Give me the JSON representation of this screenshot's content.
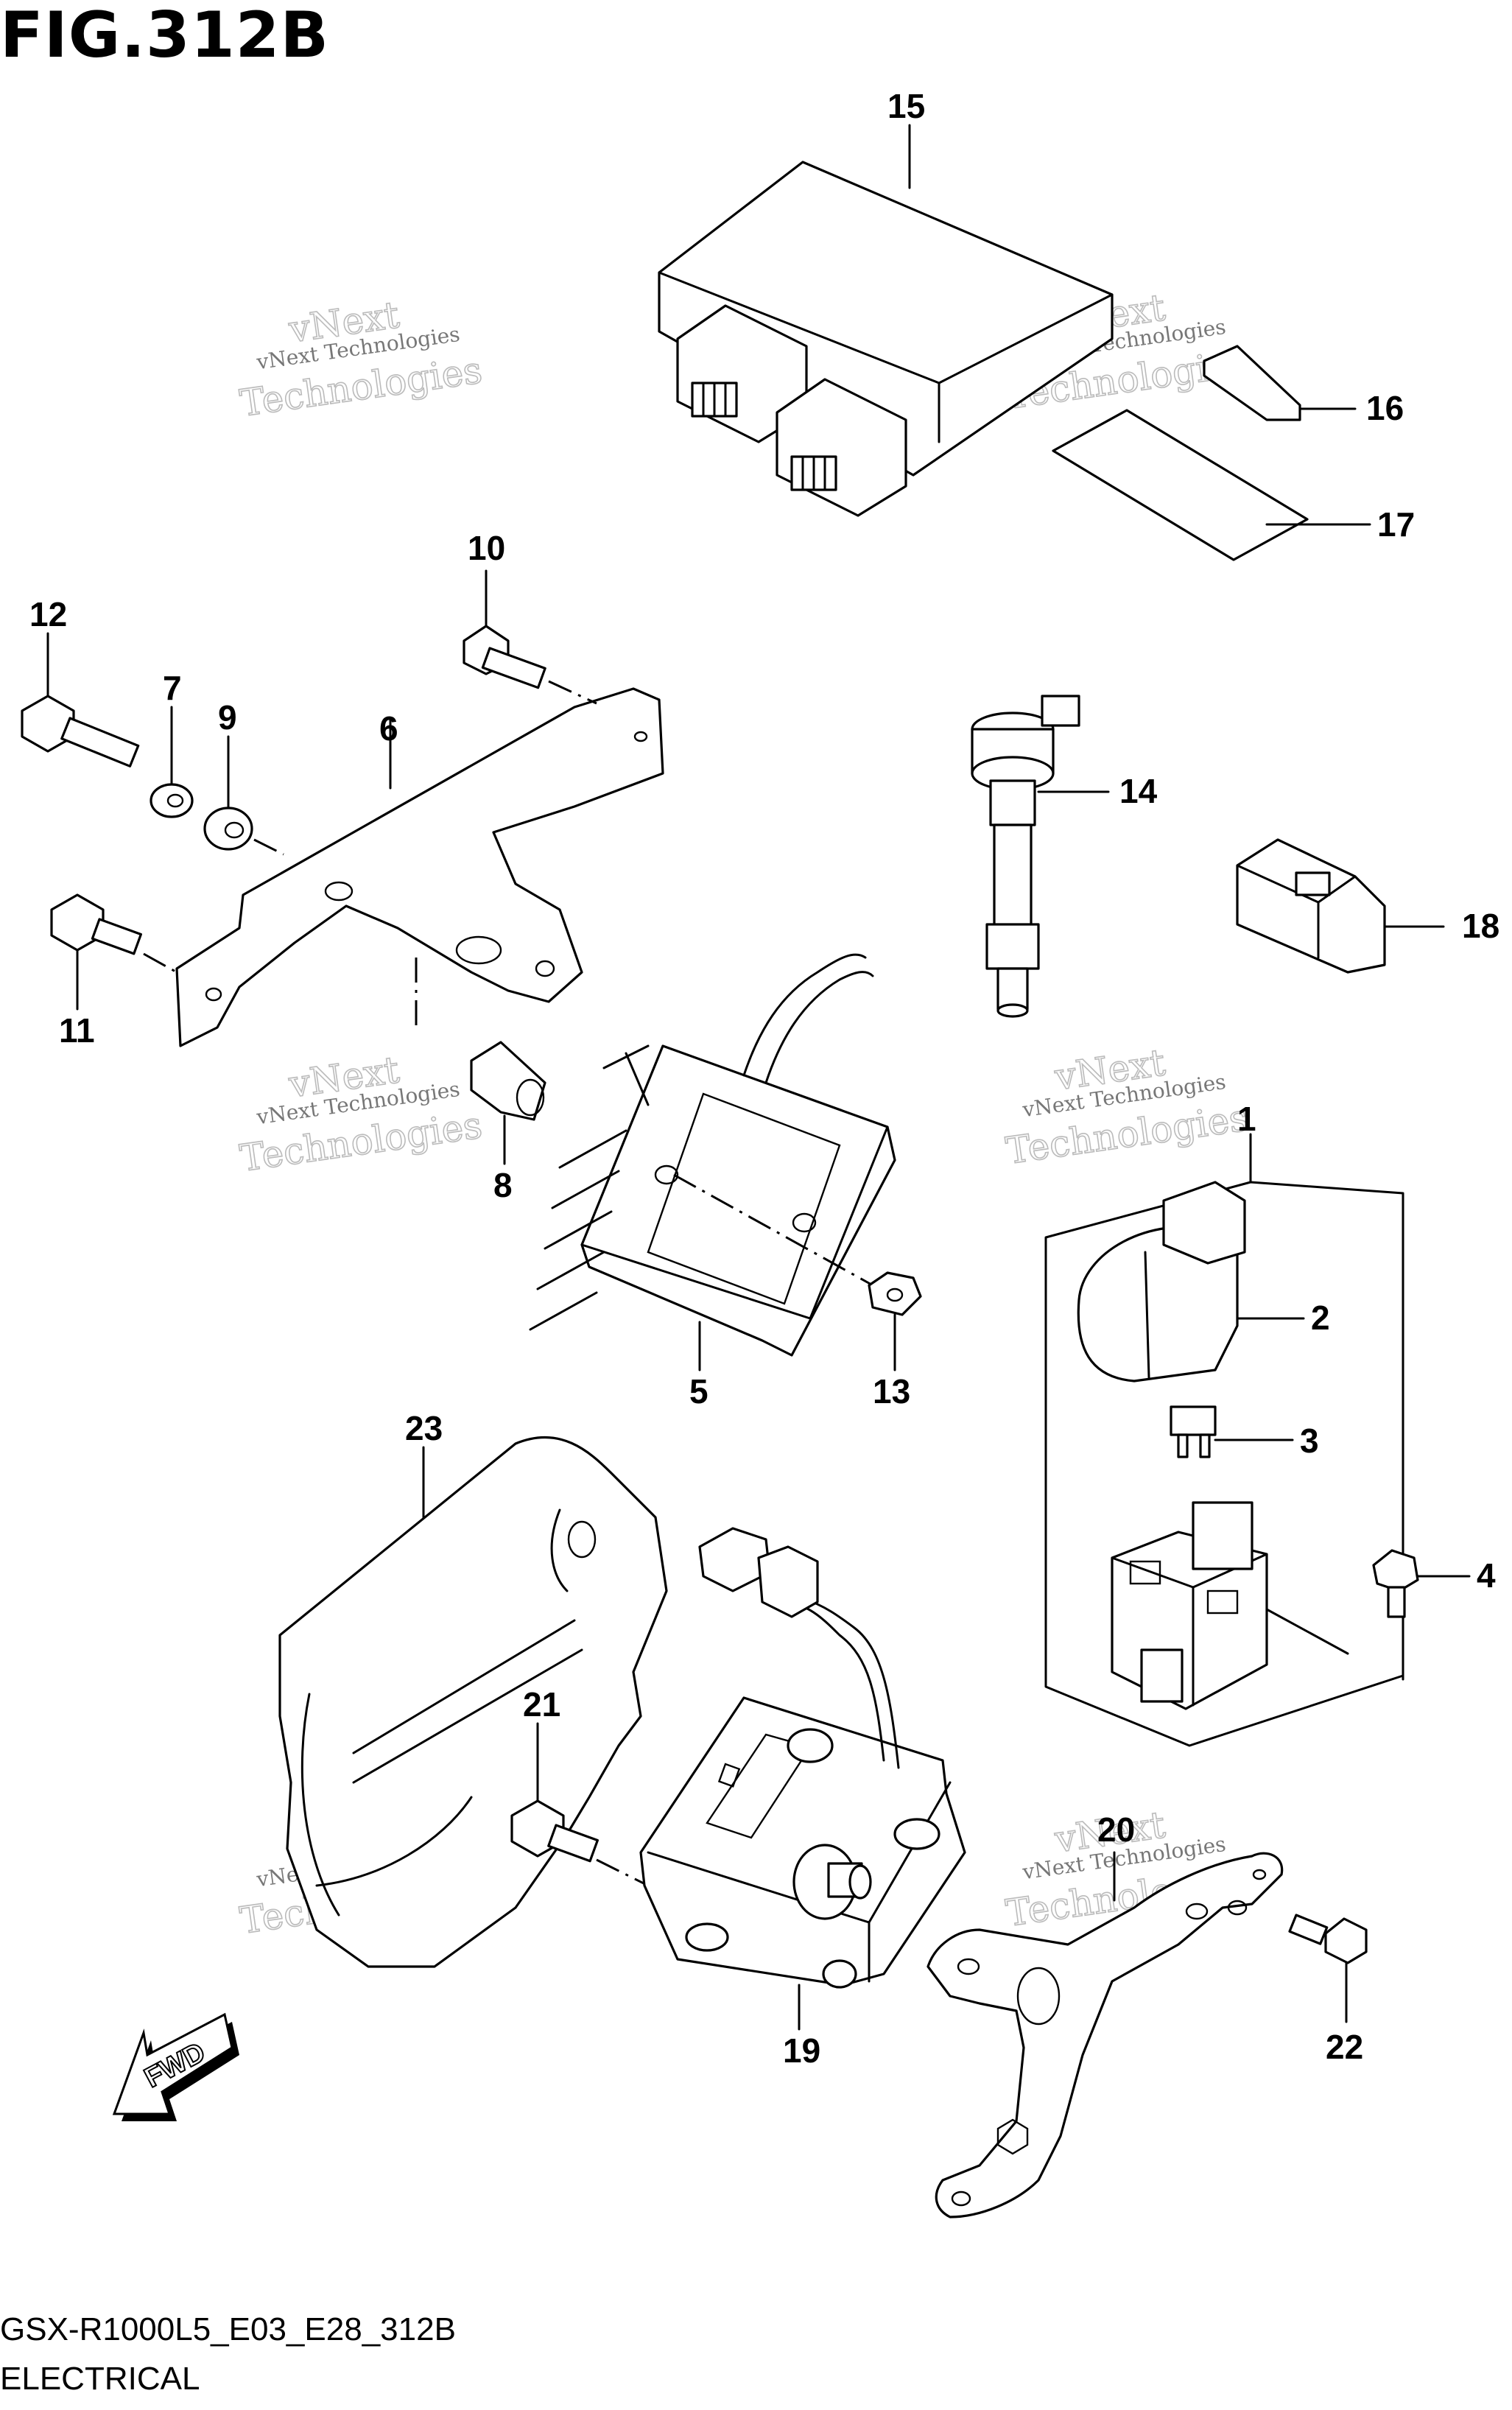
{
  "title": "FIG.312B",
  "footer": {
    "model_code": "GSX-R1000L5_E03_E28_312B",
    "section": "ELECTRICAL"
  },
  "fwd_label": "FWD",
  "watermark": {
    "line1": "vNext Technologies",
    "line2": "vNext",
    "line3": "Technologies"
  },
  "callouts": [
    {
      "id": "n1",
      "label": "1"
    },
    {
      "id": "n2",
      "label": "2"
    },
    {
      "id": "n3",
      "label": "3"
    },
    {
      "id": "n4",
      "label": "4"
    },
    {
      "id": "n5",
      "label": "5"
    },
    {
      "id": "n6",
      "label": "6"
    },
    {
      "id": "n7",
      "label": "7"
    },
    {
      "id": "n8",
      "label": "8"
    },
    {
      "id": "n9",
      "label": "9"
    },
    {
      "id": "n10",
      "label": "10"
    },
    {
      "id": "n11",
      "label": "11"
    },
    {
      "id": "n12",
      "label": "12"
    },
    {
      "id": "n13",
      "label": "13"
    },
    {
      "id": "n14",
      "label": "14"
    },
    {
      "id": "n15",
      "label": "15"
    },
    {
      "id": "n16",
      "label": "16"
    },
    {
      "id": "n17",
      "label": "17"
    },
    {
      "id": "n18",
      "label": "18"
    },
    {
      "id": "n19",
      "label": "19"
    },
    {
      "id": "n20",
      "label": "20"
    },
    {
      "id": "n21",
      "label": "21"
    },
    {
      "id": "n22",
      "label": "22"
    },
    {
      "id": "n23",
      "label": "23"
    }
  ]
}
